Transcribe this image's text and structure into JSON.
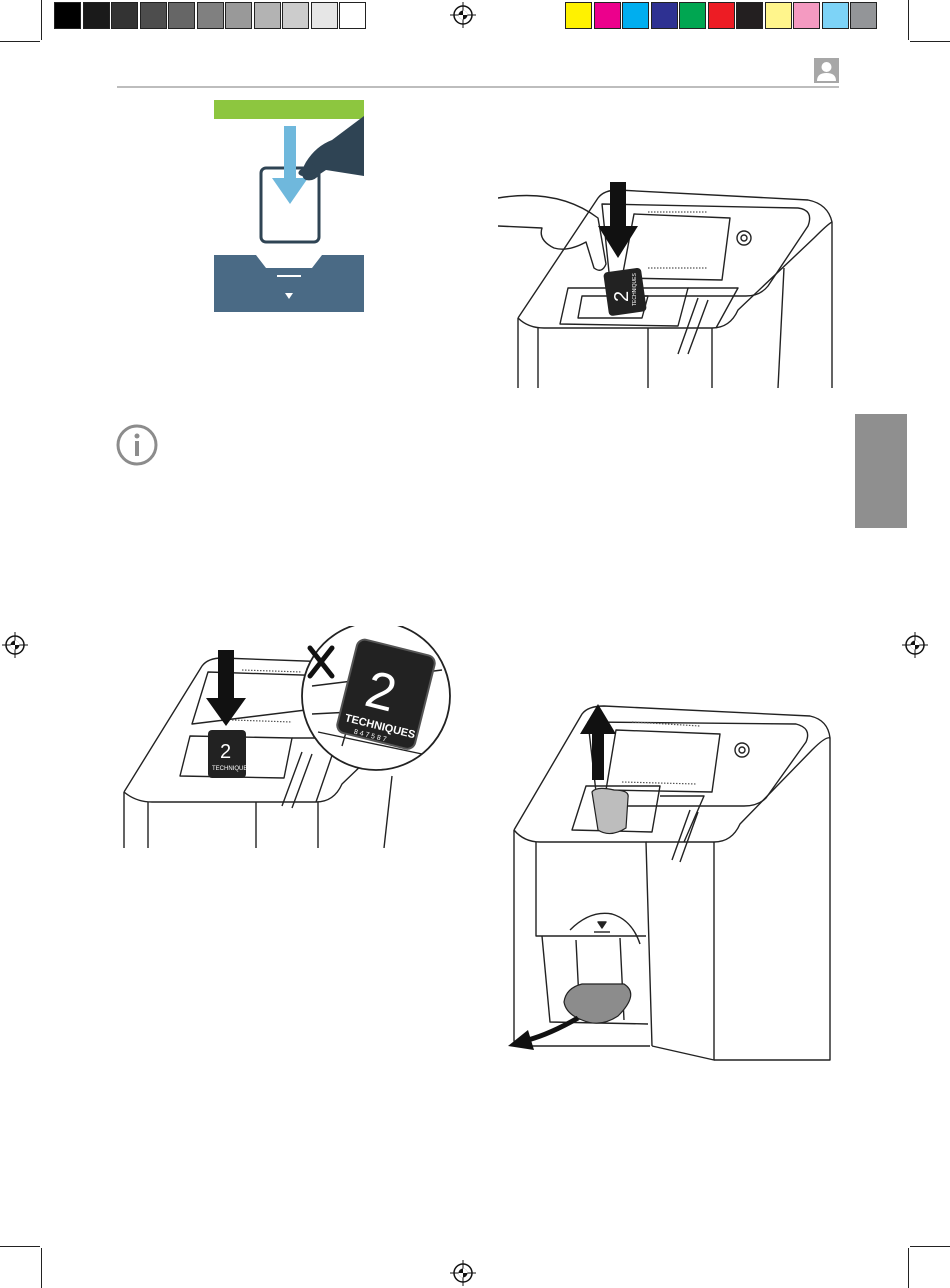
{
  "colors": {
    "grayscale_bar": [
      "#000000",
      "#1a1a1a",
      "#333333",
      "#4d4d4d",
      "#666666",
      "#808080",
      "#999999",
      "#b3b3b3",
      "#cccccc",
      "#e6e6e6",
      "#ffffff"
    ],
    "process_bar": [
      "#fff200",
      "#ec008c",
      "#00aeef",
      "#2e3192",
      "#00a651",
      "#ed1c24",
      "#231f20",
      "#fff58c",
      "#f49ac1",
      "#7dd3f7",
      "#939598"
    ],
    "green_bar": "#8dc63f",
    "arrow_blue": "#6fb8dc",
    "slot_blue": "#4a6a85",
    "hand_dark": "#2f4454",
    "side_tab": "#8f8f8f"
  },
  "icons": {
    "header": "user-icon",
    "note": "info-icon",
    "registration": "registration-mark-icon"
  },
  "plates": {
    "plate_label": "2",
    "plate_brand": "TECHNIQUES",
    "plate_number": "847587"
  }
}
